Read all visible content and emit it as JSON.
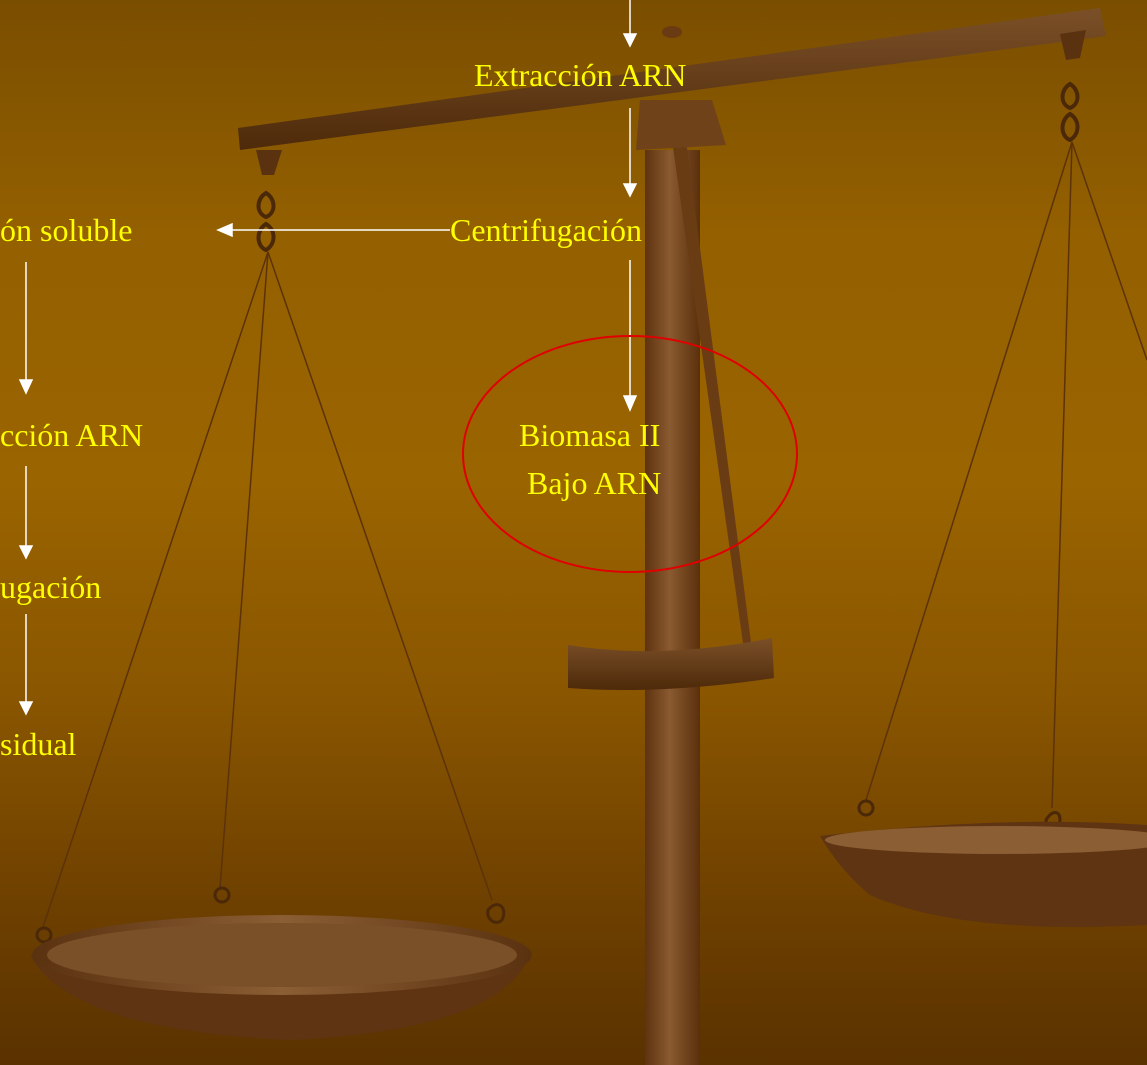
{
  "diagram": {
    "nodes": {
      "extraccion_top": "Extracción ARN",
      "centrifugacion_right": "Centrifugación",
      "fraccion_soluble": "ón soluble",
      "biomasa_line1": "Biomasa II",
      "biomasa_line2": "Bajo ARN",
      "extraccion_left": "cción ARN",
      "centrifugacion_left": "ugación",
      "residual": "sidual"
    },
    "highlight_color": "#e00000",
    "text_color": "#ffff00",
    "arrow_color": "#ffffff"
  }
}
